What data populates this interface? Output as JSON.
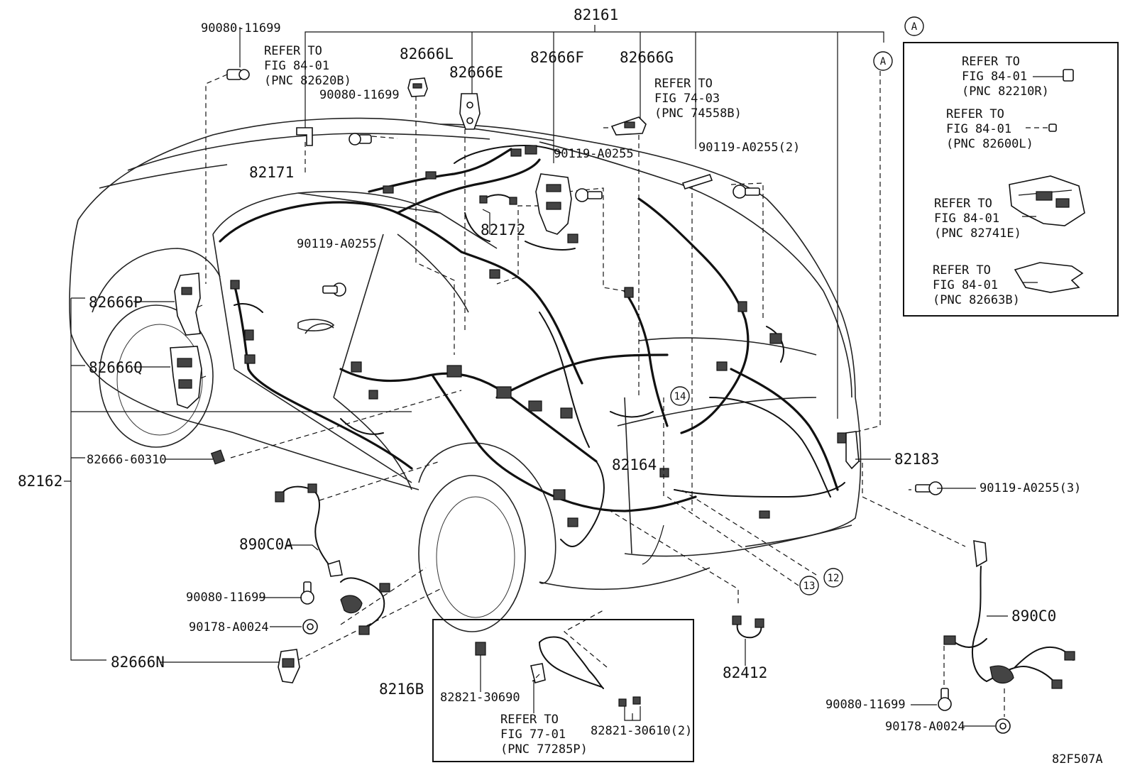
{
  "figure_code": "82F507A",
  "callouts": {
    "p82161": "82161",
    "p82171": "82171",
    "p82172": "82172",
    "p82162": "82162",
    "p82164": "82164",
    "p82183": "82183",
    "p82412": "82412",
    "p8216B": "8216B",
    "p82666L": "82666L",
    "p82666E": "82666E",
    "p82666F": "82666F",
    "p82666G": "82666G",
    "p82666P": "82666P",
    "p82666Q": "82666Q",
    "p82666N": "82666N",
    "p82666_60310": "82666-60310",
    "p890C0A": "890C0A",
    "p890C0": "890C0",
    "p82821_30690": "82821-30690",
    "p82821_30610": "82821-30610(2)",
    "bolt_90080_top": "90080-11699",
    "bolt_90080_mid": "90080-11699",
    "bolt_90080_left": "90080-11699",
    "bolt_90080_right": "90080-11699",
    "bolt_90119_a": "90119-A0255",
    "bolt_90119_b": "90119-A0255",
    "bolt_90119_2": "90119-A0255(2)",
    "bolt_90119_3": "90119-A0255(3)",
    "nut_90178_left": "90178-A0024",
    "nut_90178_right": "90178-A0024"
  },
  "refers": {
    "ref_84_82620B": {
      "l1": "REFER TO",
      "l2": "FIG 84-01",
      "l3": "(PNC 82620B)"
    },
    "ref_74_74558B": {
      "l1": "REFER TO",
      "l2": "FIG 74-03",
      "l3": "(PNC 74558B)"
    },
    "ref_77_77285P": {
      "l1": "REFER TO",
      "l2": "FIG 77-01",
      "l3": "(PNC 77285P)"
    },
    "ref_84_82210R": {
      "l1": "REFER TO",
      "l2": "FIG 84-01",
      "l3": "(PNC 82210R)"
    },
    "ref_84_82600L": {
      "l1": "REFER TO",
      "l2": "FIG 84-01",
      "l3": "(PNC 82600L)"
    },
    "ref_84_82741E": {
      "l1": "REFER TO",
      "l2": "FIG 84-01",
      "l3": "(PNC 82741E)"
    },
    "ref_84_82663B": {
      "l1": "REFER TO",
      "l2": "FIG 84-01",
      "l3": "(PNC 82663B)"
    }
  },
  "markers": {
    "a_box": "A",
    "a_main": "A",
    "m12": "12",
    "m13": "13",
    "m14": "14"
  }
}
